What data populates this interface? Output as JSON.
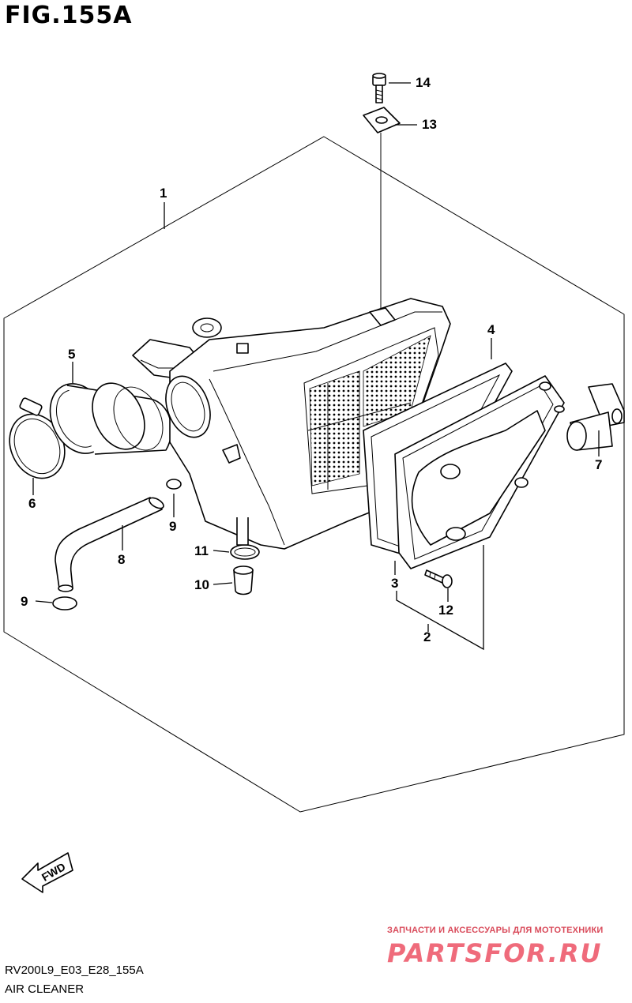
{
  "figure": {
    "title": "FIG.155A",
    "code": "RV200L9_E03_E28_155A",
    "name": "AIR CLEANER"
  },
  "callouts": [
    "1",
    "2",
    "3",
    "4",
    "5",
    "6",
    "7",
    "8",
    "9",
    "9",
    "10",
    "11",
    "12",
    "13",
    "14"
  ],
  "fwd_label": "FWD",
  "watermark": {
    "tagline": "ЗАПЧАСТИ И АКСЕССУАРЫ ДЛЯ МОТОТЕХНИКИ",
    "logo": "PARTSFOR.RU",
    "color": "#ef6b7b"
  }
}
